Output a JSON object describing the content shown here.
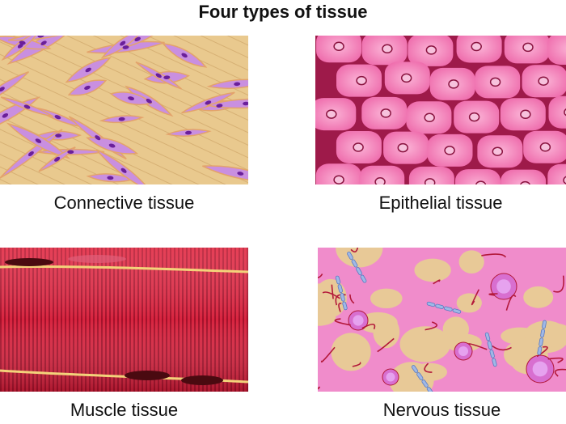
{
  "title": "Four types of tissue",
  "panels": [
    {
      "id": "connective",
      "label": "Connective tissue"
    },
    {
      "id": "epithelial",
      "label": "Epithelial tissue"
    },
    {
      "id": "muscle",
      "label": "Muscle tissue"
    },
    {
      "id": "nervous",
      "label": "Nervous tissue"
    }
  ],
  "colors": {
    "connective_matrix": "#e9c98e",
    "connective_cell": "#c98fe0",
    "connective_nucleus": "#6a1f9a",
    "epithelial_cell": "#f27cb8",
    "epithelial_border": "#9e1a4a",
    "muscle_fiber": "#d01f3a",
    "muscle_stripe": "#a3112a",
    "nervous_glia": "#e8cf93",
    "nervous_cell": "#f08ccb",
    "nervous_axon": "#b3183a",
    "nervous_myelin": "#9fb8e6"
  }
}
